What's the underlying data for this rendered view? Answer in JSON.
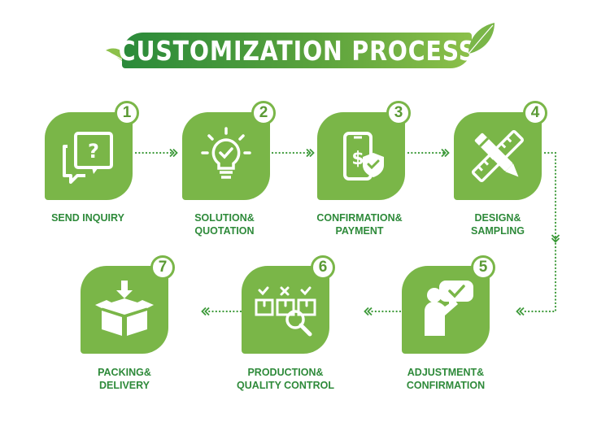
{
  "title": "CUSTOMIZATION PROCESS",
  "colors": {
    "primary": "#7ab648",
    "dark_green": "#2e8a3a",
    "dots": "#3d9a3a"
  },
  "steps": [
    {
      "number": "1",
      "label_lines": [
        "SEND INQUIRY"
      ],
      "icon": "question-chat-icon"
    },
    {
      "number": "2",
      "label_lines": [
        "SOLUTION&",
        "QUOTATION"
      ],
      "icon": "lightbulb-check-icon"
    },
    {
      "number": "3",
      "label_lines": [
        "CONFIRMATION&",
        "PAYMENT"
      ],
      "icon": "phone-payment-icon"
    },
    {
      "number": "4",
      "label_lines": [
        "DESIGN&",
        "SAMPLING"
      ],
      "icon": "pencil-ruler-icon"
    },
    {
      "number": "5",
      "label_lines": [
        "ADJUSTMENT&",
        "CONFIRMATION"
      ],
      "icon": "person-approval-icon"
    },
    {
      "number": "6",
      "label_lines": [
        "PRODUCTION&",
        "QUALITY CONTROL"
      ],
      "icon": "boxes-inspection-icon"
    },
    {
      "number": "7",
      "label_lines": [
        "PACKING&",
        "DELIVERY"
      ],
      "icon": "box-download-icon"
    }
  ]
}
